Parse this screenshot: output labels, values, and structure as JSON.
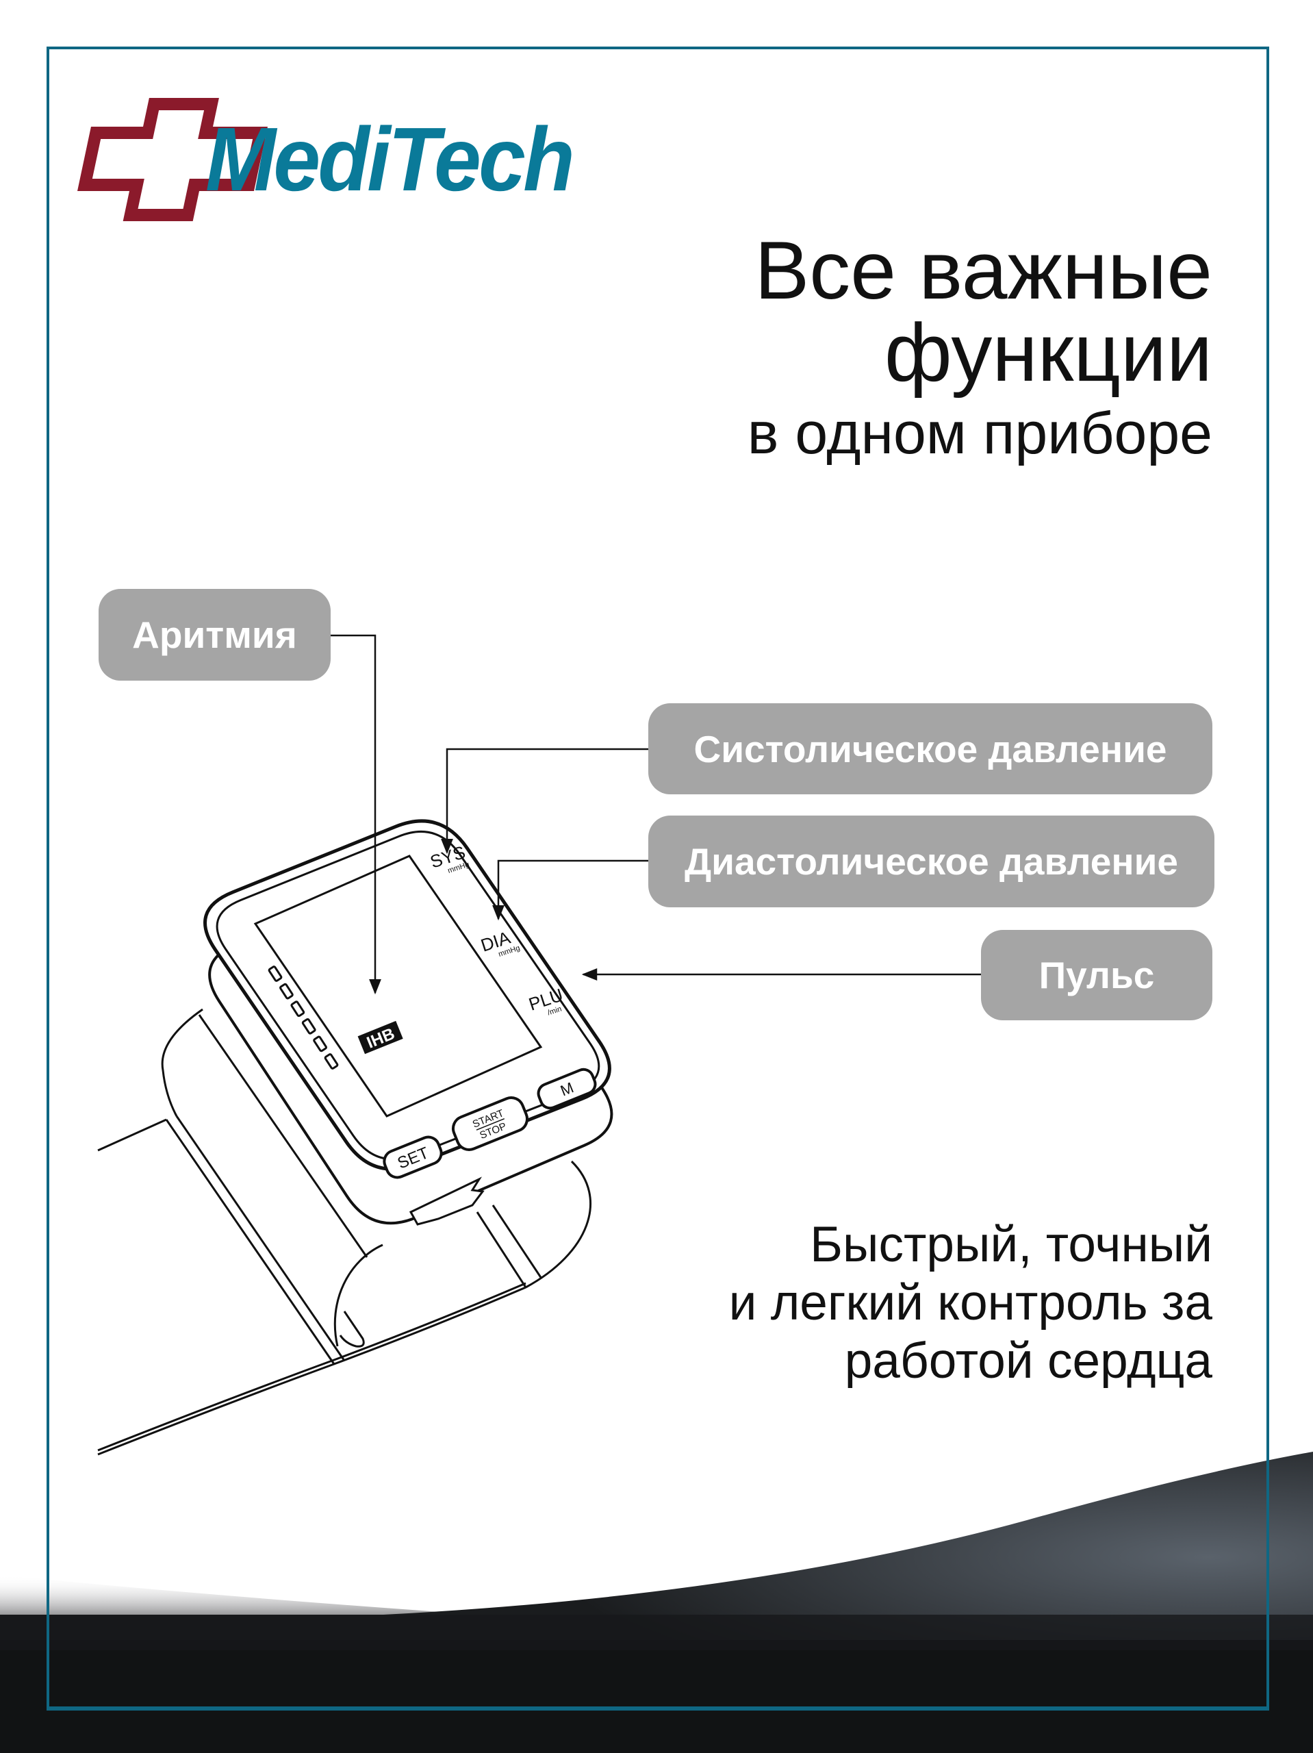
{
  "brand": {
    "name": "MediTech",
    "cross_color": "#8b1a2b",
    "text_color": "#0a7a99"
  },
  "frame_color": "#0f6783",
  "headline": {
    "line1": "Все важные",
    "line2": "функции",
    "line3": "в одном приборе"
  },
  "callouts": {
    "arrhythmia": "Аритмия",
    "systolic": "Систолическое давление",
    "diastolic": "Диастолическое давление",
    "pulse": "Пульс"
  },
  "device": {
    "sys": "SYS",
    "sys_unit": "mmHg",
    "dia": "DIA",
    "dia_unit": "mmHg",
    "plu": "PLU",
    "plu_unit": "/min",
    "ihb": "IHB",
    "btn_set": "SET",
    "btn_start": "START",
    "btn_stop": "STOP",
    "btn_m": "M"
  },
  "tagline": {
    "line1": "Быстрый, точный",
    "line2": "и легкий контроль за",
    "line3": "работой сердца"
  }
}
